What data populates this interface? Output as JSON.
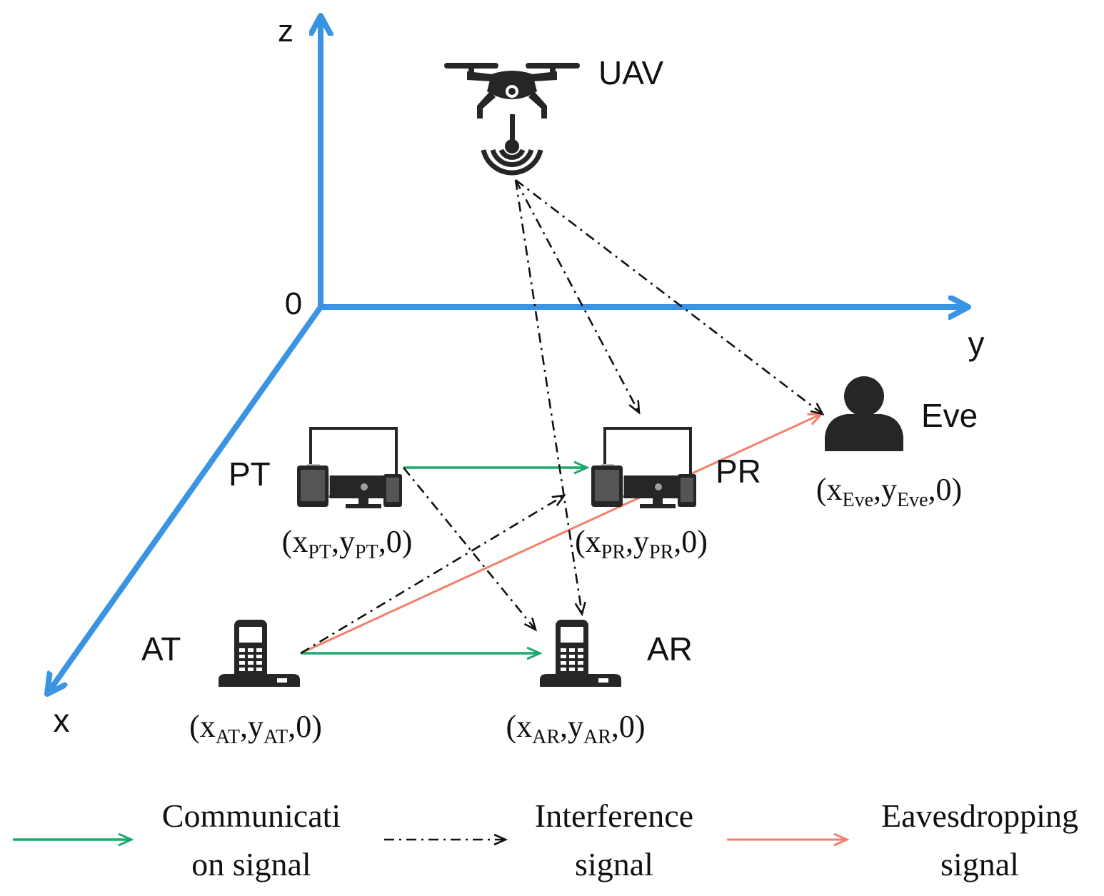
{
  "axes": {
    "z_label": "z",
    "y_label": "y",
    "x_label": "x",
    "origin_label": "0",
    "color": "#3a93e3"
  },
  "nodes": {
    "uav": {
      "label": "UAV"
    },
    "pt": {
      "label": "PT",
      "coord": {
        "x": "x",
        "xsub": "PT",
        "y": "y",
        "ysub": "PT",
        "z": "0"
      }
    },
    "pr": {
      "label": "PR",
      "coord": {
        "x": "x",
        "xsub": "PR",
        "y": "y",
        "ysub": "PR",
        "z": "0"
      }
    },
    "eve": {
      "label": "Eve",
      "coord": {
        "x": "x",
        "xsub": "Eve",
        "y": "y",
        "ysub": "Eve",
        "z": "0"
      }
    },
    "at": {
      "label": "AT",
      "coord": {
        "x": "x",
        "xsub": "AT",
        "y": "y",
        "ysub": "AT",
        "z": "0"
      }
    },
    "ar": {
      "label": "AR",
      "coord": {
        "x": "x",
        "xsub": "AR",
        "y": "y",
        "ysub": "AR",
        "z": "0"
      }
    }
  },
  "colors": {
    "communication": "#1aaa6e",
    "interference": "#111111",
    "eavesdropping": "#f47f6a",
    "device": "#262626"
  },
  "legend": {
    "communication": {
      "line1": "Communicati",
      "line2": "on signal"
    },
    "interference": {
      "line1": "Interference",
      "line2": "signal"
    },
    "eavesdropping": {
      "line1": "Eavesdropping",
      "line2": "signal"
    }
  }
}
